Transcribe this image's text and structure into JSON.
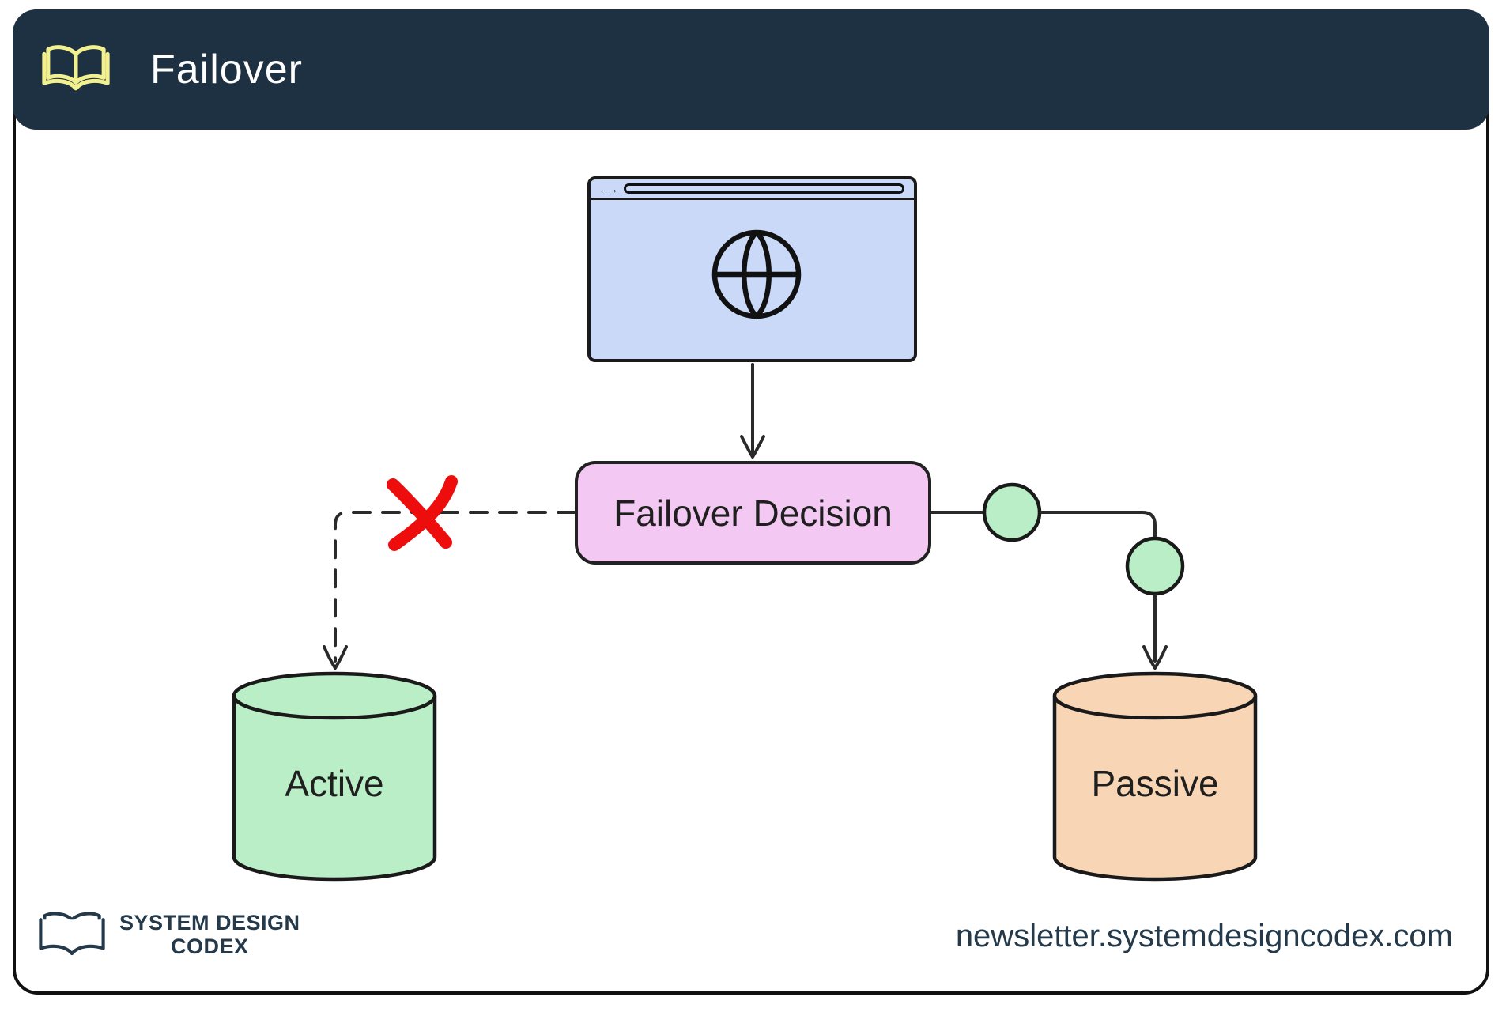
{
  "header": {
    "title": "Failover"
  },
  "diagram": {
    "decision_box": {
      "label": "Failover Decision"
    },
    "active_database": {
      "label": "Active"
    },
    "passive_database": {
      "label": "Passive"
    }
  },
  "footer": {
    "brand_line1": "SYSTEM DESIGN",
    "brand_line2": "CODEX",
    "website": "newsletter.systemdesigncodex.com"
  },
  "colors": {
    "header_bg": "#1d3142",
    "header_title": "#ffffff",
    "book_icon_yellow": "#f3f08f",
    "browser_fill": "#c9d9f7",
    "decision_fill": "#f3c9f4",
    "active_fill": "#b9eec6",
    "passive_fill": "#f8d5b4",
    "connector_node_fill": "#b9eec6",
    "fail_x_red": "#ee0d0d",
    "outline_dark": "#1a1a1a",
    "footer_navy": "#24394a"
  }
}
